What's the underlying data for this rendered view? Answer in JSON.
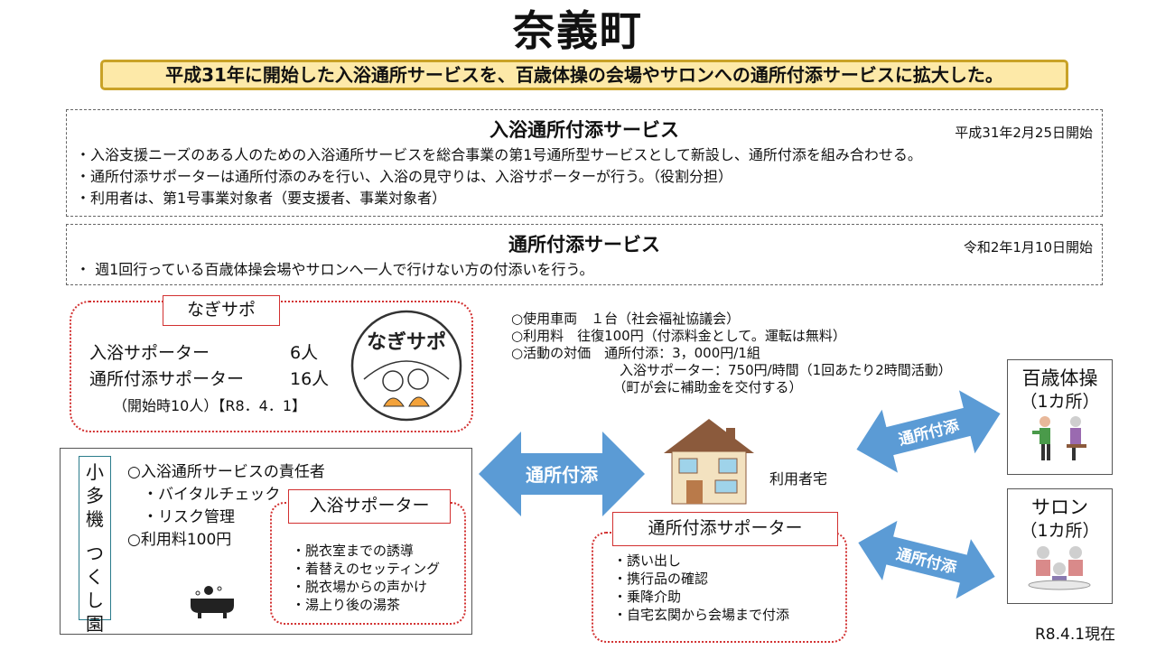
{
  "title": "奈義町",
  "banner": "平成31年に開始した入浴通所サービスを、百歳体操の会場やサロンへの通所付添サービスに拡大した。",
  "box1": {
    "heading": "入浴通所付添サービス",
    "date": "平成31年2月25日開始",
    "bullets": [
      "・入浴支援ニーズのある人のための入浴通所サービスを総合事業の第1号通所型サービスとして新設し、通所付添を組み合わせる。",
      "・通所付添サポーターは通所付添のみを行い、入浴の見守りは、入浴サポーターが行う。（役割分担）",
      "・利用者は、第1号事業対象者（要支援者、事業対象者）"
    ]
  },
  "box2": {
    "heading": "通所付添サービス",
    "date": "令和2年1月10日開始",
    "bullets": [
      "・ 週1回行っている百歳体操会場やサロンへ一人で行けない方の付添いを行う。"
    ]
  },
  "nagisapo": {
    "label": "なぎサポ",
    "rows": [
      {
        "k": "入浴サポーター",
        "v": "6人"
      },
      {
        "k": "通所付添サポーター",
        "v": "16人"
      }
    ],
    "note": "（開始時10人）【R8．4．1】",
    "logo_text": "なぎサポ"
  },
  "info": [
    "○使用車両　１台（社会福祉協議会）",
    "○利用料　往復100円（付添料金として。運転は無料）",
    "○活動の対価　通所付添：3，000円/1組",
    "　　　　　　　　入浴サポーター：750円/時間（1回あたり2時間活動）",
    "　　　　　　　　（町が会に補助金を交付する）"
  ],
  "kotaki": {
    "vertical": [
      "小",
      "多",
      "機",
      "",
      "つ",
      "く",
      "し",
      "園"
    ],
    "lines": [
      "○入浴通所サービスの責任者",
      "　・バイタルチェック",
      "　・リスク管理",
      "○利用料100円"
    ]
  },
  "bath_supporter": {
    "label": "入浴サポーター",
    "items": [
      "・脱衣室までの誘導",
      "・着替えのセッティング",
      "・脱衣場からの声かけ",
      "・湯上り後の湯茶"
    ]
  },
  "tsusho_supporter": {
    "label": "通所付添サポーター",
    "items": [
      "・誘い出し",
      "・携行品の確認",
      "・乗降介助",
      "・自宅玄関から会場まで付添"
    ]
  },
  "arrows": {
    "main": "通所付添",
    "upper": "通所付添",
    "lower": "通所付添"
  },
  "house_label": "利用者宅",
  "venue1": {
    "title": "百歳体操",
    "sub": "（1カ所）"
  },
  "venue2": {
    "title": "サロン",
    "sub": "（1カ所）"
  },
  "footer": "R8.4.1現在",
  "colors": {
    "arrow": "#5b9bd5",
    "red_border": "#d23030",
    "banner_bg": "#fde9a8",
    "banner_border": "#c9a227"
  }
}
